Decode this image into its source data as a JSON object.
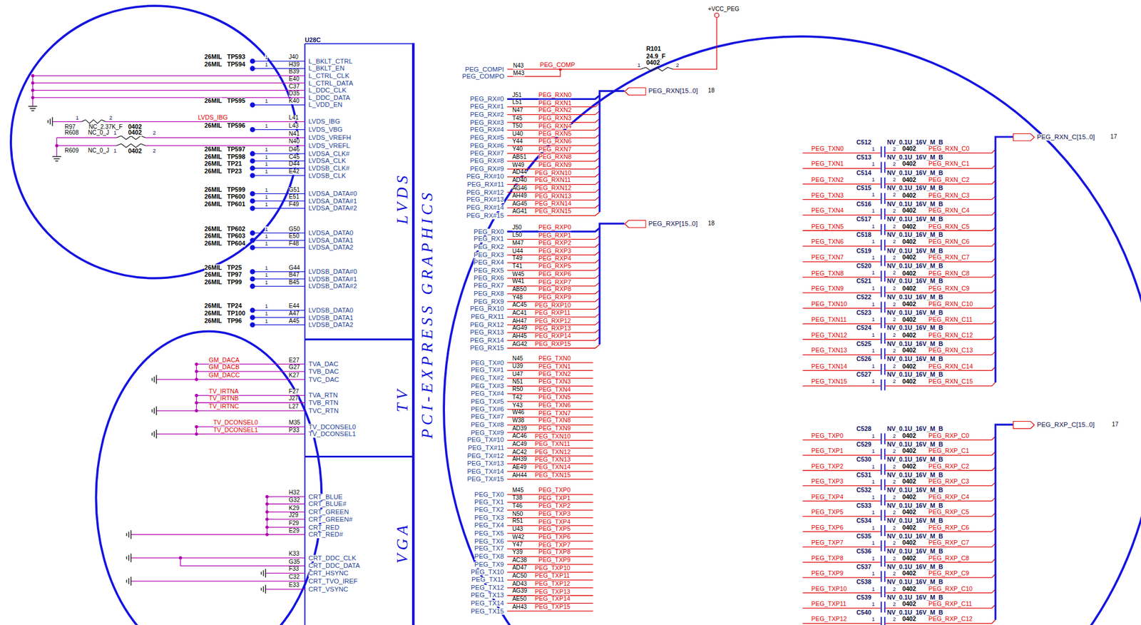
{
  "diagram": {
    "nodes": [
      {
        "text": [
          "U28C",
          "L_BKLT_CTRL",
          "L_BKLT_EN",
          "L_CTRL_CLK",
          "L_CTRL_DATA",
          "L_DDC_CLK",
          "L_DDC_DATA",
          "L_VDD_EN",
          "LVDS_IBG",
          "LVDS_VBG",
          "LVDS_VREFH",
          "LVDS_VREFL",
          "LVDSA_CLK#",
          "LVDSA_CLK",
          "LVDSB_CLK#",
          "LVDSB_CLK",
          "LVDSA_DATA#0",
          "LVDSA_DATA#1",
          "LVDSA_DATA#2",
          "LVDSA_DATA0",
          "LVDSA_DATA1",
          "LVDSA_DATA2",
          "LVDSB_DATA#0",
          "LVDSB_DATA#1",
          "LVDSB_DATA#2",
          "LVDSB_DATA0",
          "LVDSB_DATA1",
          "LVDSB_DATA2",
          "TVA_DAC",
          "TVB_DAC",
          "TVC_DAC",
          "TVA_RTN",
          "TVB_RTN",
          "TVC_RTN",
          "TV_DCONSEL0",
          "TV_DCONSEL1",
          "CRT_BLUE",
          "CRT_BLUE#",
          "CRT_GREEN",
          "CRT_GREEN#",
          "CRT_RED",
          "CRT_RED#",
          "CRT_DDC_CLK",
          "CRT_DDC_DATA",
          "CRT_HSYNC",
          "CRT_TVO_IREF",
          "CRT_VSYNC",
          "PEG_COMPI",
          "PEG_COMPO",
          "PEG_RX#0",
          "PEG_RX#1",
          "PEG_RX#2",
          "PEG_RX#3",
          "PEG_RX#4",
          "PEG_RX#5",
          "PEG_RX#6",
          "PEG_RX#7",
          "PEG_RX#8",
          "PEG_RX#9",
          "PEG_RX#10",
          "PEG_RX#11",
          "PEG_RX#12",
          "PEG_RX#13",
          "PEG_RX#14",
          "PEG_RX#15",
          "PEG_RX0",
          "PEG_RX1",
          "PEG_RX2",
          "PEG_RX3",
          "PEG_RX4",
          "PEG_RX5",
          "PEG_RX6",
          "PEG_RX7",
          "PEG_RX8",
          "PEG_RX9",
          "PEG_RX10",
          "PEG_RX11",
          "PEG_RX12",
          "PEG_RX13",
          "PEG_RX14",
          "PEG_RX15",
          "PEG_TX#0",
          "PEG_TX#1",
          "PEG_TX#2",
          "PEG_TX#3",
          "PEG_TX#4",
          "PEG_TX#5",
          "PEG_TX#6",
          "PEG_TX#7",
          "PEG_TX#8",
          "PEG_TX#9",
          "PEG_TX#10",
          "PEG_TX#11",
          "PEG_TX#12",
          "PEG_TX#13",
          "PEG_TX#14",
          "PEG_TX#15",
          "PEG_TX0",
          "PEG_TX1",
          "PEG_TX2",
          "PEG_TX3",
          "PEG_TX4",
          "PEG_TX5",
          "PEG_TX6",
          "PEG_TX7",
          "PEG_TX8",
          "PEG_TX9",
          "PEG_TX10",
          "PEG_TX11",
          "PEG_TX12",
          "PEG_TX13",
          "PEG_TX14",
          "PEG_TX15",
          "LVDS",
          "PCI-EXPRESS GRAPHICS",
          "TV",
          "VGA"
        ]
      },
      {
        "text": [
          "PEG_RXN[15..0]"
        ]
      },
      {
        "text": [
          "PEG_RXP[15..0]"
        ]
      },
      {
        "text": [
          "PEG_RXN_C[15..0]"
        ]
      },
      {
        "text": [
          "PEG_RXP_C[15..0]"
        ]
      }
    ],
    "edges": [
      {
        "from": 0,
        "to": 1,
        "arrow": "none"
      },
      {
        "from": 0,
        "to": 2,
        "arrow": "none"
      }
    ],
    "labels": [
      "+VCC_PEG",
      "R101",
      "24.9_F",
      "0402",
      "1",
      "2",
      "PEG_COMP",
      "N43",
      "M43",
      "18",
      "18",
      "17",
      "17",
      "26MIL",
      "TP593",
      "1",
      "J40",
      "26MIL",
      "TP594",
      "1",
      "H39",
      "B39",
      "E40",
      "C37",
      "D35",
      "26MIL",
      "TP595",
      "1",
      "K40",
      "L41",
      "26MIL",
      "TP596",
      "1",
      "L43",
      "N41",
      "N40",
      "26MIL",
      "TP597",
      "1",
      "D46",
      "26MIL",
      "TP598",
      "1",
      "C45",
      "26MIL",
      "TP21",
      "1",
      "D44",
      "26MIL",
      "TP23",
      "1",
      "E42",
      "26MIL",
      "TP599",
      "1",
      "G51",
      "26MIL",
      "TP600",
      "1",
      "E51",
      "26MIL",
      "TP601",
      "1",
      "F49",
      "26MIL",
      "TP602",
      "1",
      "G50",
      "26MIL",
      "TP603",
      "1",
      "E50",
      "26MIL",
      "TP604",
      "1",
      "F48",
      "26MIL",
      "TP25",
      "1",
      "G44",
      "26MIL",
      "TP97",
      "1",
      "B47",
      "26MIL",
      "TP99",
      "1",
      "B45",
      "26MIL",
      "TP24",
      "1",
      "E44",
      "26MIL",
      "TP100",
      "1",
      "A47",
      "26MIL",
      "TP96",
      "1",
      "A45",
      "R97",
      "NC_2.37K_F",
      "1",
      "0402",
      "2",
      "LVDS_IBG",
      "R608",
      "NC_0_J",
      "1",
      "0402",
      "2",
      "R609",
      "NC_0_J",
      "1",
      "0402",
      "2",
      "GM_DACA",
      "E27",
      "GM_DACB",
      "G27",
      "GM_DACC",
      "K27",
      "TV_IRTNA",
      "F27",
      "TV_IRTNB",
      "J27",
      "TV_IRTNC",
      "L27",
      "TV_DCONSEL0",
      "M35",
      "TV_DCONSEL1",
      "P33",
      "H32",
      "G32",
      "K29",
      "J29",
      "F29",
      "E29",
      "K33",
      "G35",
      "F33",
      "C32",
      "E33",
      "J51",
      "PEG_RXN0",
      "L51",
      "PEG_RXN1",
      "N47",
      "PEG_RXN2",
      "T45",
      "PEG_RXN3",
      "T50",
      "PEG_RXN4",
      "U40",
      "PEG_RXN5",
      "Y44",
      "PEG_RXN6",
      "Y40",
      "PEG_RXN7",
      "AB51",
      "PEG_RXN8",
      "W49",
      "PEG_RXN9",
      "AD44",
      "PEG_RXN10",
      "AD40",
      "PEG_RXN11",
      "AG46",
      "PEG_RXN12",
      "AH49",
      "PEG_RXN13",
      "AG45",
      "PEG_RXN14",
      "AG41",
      "PEG_RXN15",
      "J50",
      "PEG_RXP0",
      "L50",
      "PEG_RXP1",
      "M47",
      "PEG_RXP2",
      "U44",
      "PEG_RXP3",
      "T49",
      "PEG_RXP4",
      "T41",
      "PEG_RXP5",
      "W45",
      "PEG_RXP6",
      "W41",
      "PEG_RXP7",
      "AB50",
      "PEG_RXP8",
      "Y48",
      "PEG_RXP9",
      "AC45",
      "PEG_RXP10",
      "AC41",
      "PEG_RXP11",
      "AH47",
      "PEG_RXP12",
      "AG49",
      "PEG_RXP13",
      "AH45",
      "PEG_RXP14",
      "AG42",
      "PEG_RXP15",
      "N45",
      "PEG_TXN0",
      "U39",
      "PEG_TXN1",
      "U47",
      "PEG_TXN2",
      "N51",
      "PEG_TXN3",
      "R50",
      "PEG_TXN4",
      "T42",
      "PEG_TXN5",
      "Y43",
      "PEG_TXN6",
      "W46",
      "PEG_TXN7",
      "W38",
      "PEG_TXN8",
      "AD39",
      "PEG_TXN9",
      "AC46",
      "PEG_TXN10",
      "AC49",
      "PEG_TXN11",
      "AC42",
      "PEG_TXN12",
      "AH39",
      "PEG_TXN13",
      "AE49",
      "PEG_TXN14",
      "AH44",
      "PEG_TXN15",
      "M45",
      "PEG_TXP0",
      "T38",
      "PEG_TXP1",
      "T46",
      "PEG_TXP2",
      "N50",
      "PEG_TXP3",
      "R51",
      "PEG_TXP4",
      "U43",
      "PEG_TXP5",
      "W42",
      "PEG_TXP6",
      "Y47",
      "PEG_TXP7",
      "Y39",
      "PEG_TXP8",
      "AC38",
      "PEG_TXP9",
      "AD47",
      "PEG_TXP10",
      "AC50",
      "PEG_TXP11",
      "AD43",
      "PEG_TXP12",
      "AG39",
      "PEG_TXP13",
      "AE50",
      "PEG_TXP14",
      "AH43",
      "PEG_TXP15",
      "C512",
      "NV_0.1U_16V_M_B",
      "PEG_TXN0",
      "1",
      "2",
      "0402",
      "PEG_RXN_C0",
      "C513",
      "NV_0.1U_16V_M_B",
      "PEG_TXN1",
      "1",
      "2",
      "0402",
      "PEG_RXN_C1",
      "C514",
      "NV_0.1U_16V_M_B",
      "PEG_TXN2",
      "1",
      "2",
      "0402",
      "PEG_RXN_C2",
      "C515",
      "NV_0.1U_16V_M_B",
      "PEG_TXN3",
      "1",
      "2",
      "0402",
      "PEG_RXN_C3",
      "C516",
      "NV_0.1U_16V_M_B",
      "PEG_TXN4",
      "1",
      "2",
      "0402",
      "PEG_RXN_C4",
      "C517",
      "NV_0.1U_16V_M_B",
      "PEG_TXN5",
      "1",
      "2",
      "0402",
      "PEG_RXN_C5",
      "C518",
      "NV_0.1U_16V_M_B",
      "PEG_TXN6",
      "1",
      "2",
      "0402",
      "PEG_RXN_C6",
      "C519",
      "NV_0.1U_16V_M_B",
      "PEG_TXN7",
      "1",
      "2",
      "0402",
      "PEG_RXN_C7",
      "C520",
      "NV_0.1U_16V_M_B",
      "PEG_TXN8",
      "1",
      "2",
      "0402",
      "PEG_RXN_C8",
      "C521",
      "NV_0.1U_16V_M_B",
      "PEG_TXN9",
      "1",
      "2",
      "0402",
      "PEG_RXN_C9",
      "C522",
      "NV_0.1U_16V_M_B",
      "PEG_TXN10",
      "1",
      "2",
      "0402",
      "PEG_RXN_C10",
      "C523",
      "NV_0.1U_16V_M_B",
      "PEG_TXN11",
      "1",
      "2",
      "0402",
      "PEG_RXN_C11",
      "C524",
      "NV_0.1U_16V_M_B",
      "PEG_TXN12",
      "1",
      "2",
      "0402",
      "PEG_RXN_C12",
      "C525",
      "NV_0.1U_16V_M_B",
      "PEG_TXN13",
      "1",
      "2",
      "0402",
      "PEG_RXN_C13",
      "C526",
      "NV_0.1U_16V_M_B",
      "PEG_TXN14",
      "1",
      "2",
      "0402",
      "PEG_RXN_C14",
      "C527",
      "NV_0.1U_16V_M_B",
      "PEG_TXN15",
      "1",
      "2",
      "0402",
      "PEG_RXN_C15",
      "C528",
      "NV_0.1U_16V_M_B",
      "PEG_TXP0",
      "1",
      "2",
      "0402",
      "PEG_RXP_C0",
      "C529",
      "NV_0.1U_16V_M_B",
      "PEG_TXP1",
      "1",
      "2",
      "0402",
      "PEG_RXP_C1",
      "C530",
      "NV_0.1U_16V_M_B",
      "PEG_TXP2",
      "1",
      "2",
      "0402",
      "PEG_RXP_C2",
      "C531",
      "NV_0.1U_16V_M_B",
      "PEG_TXP3",
      "1",
      "2",
      "0402",
      "PEG_RXP_C3",
      "C532",
      "NV_0.1U_16V_M_B",
      "PEG_TXP4",
      "1",
      "2",
      "0402",
      "PEG_RXP_C4",
      "C533",
      "NV_0.1U_16V_M_B",
      "PEG_TXP5",
      "1",
      "2",
      "0402",
      "PEG_RXP_C5",
      "C534",
      "NV_0.1U_16V_M_B",
      "PEG_TXP6",
      "1",
      "2",
      "0402",
      "PEG_RXP_C6",
      "C535",
      "NV_0.1U_16V_M_B",
      "PEG_TXP7",
      "1",
      "2",
      "0402",
      "PEG_RXP_C7",
      "C536",
      "NV_0.1U_16V_M_B",
      "PEG_TXP8",
      "1",
      "2",
      "0402",
      "PEG_RXP_C8",
      "C537",
      "NV_0.1U_16V_M_B",
      "PEG_TXP9",
      "1",
      "2",
      "0402",
      "PEG_RXP_C9",
      "C538",
      "NV_0.1U_16V_M_B",
      "PEG_TXP10",
      "1",
      "2",
      "0402",
      "PEG_RXP_C10",
      "C539",
      "NV_0.1U_16V_M_B",
      "PEG_TXP11",
      "1",
      "2",
      "0402",
      "PEG_RXP_C11",
      "C540",
      "NV_0.1U_16V_M_B",
      "PEG_TXP12",
      "1",
      "2",
      "0402",
      "PEG_RXP_C12"
    ]
  }
}
